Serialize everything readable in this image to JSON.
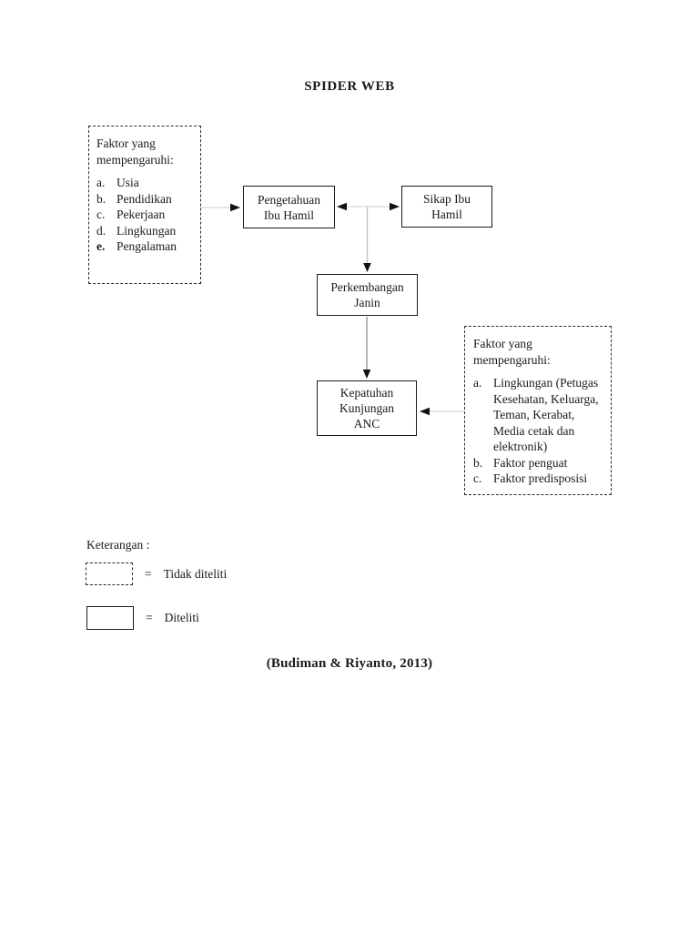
{
  "colors": {
    "ink": "#1a1a1a",
    "connector_line_light": "#d6d6d6",
    "connector_line_dark": "#8e8e8e",
    "arrowhead": "#111111",
    "background": "#ffffff"
  },
  "page": {
    "title": "SPIDER WEB",
    "citation": "(Budiman & Riyanto, 2013)"
  },
  "diagram": {
    "left_factor_box": {
      "heading": "Faktor yang mempengaruhi:",
      "items": [
        {
          "marker": "a.",
          "text": "Usia"
        },
        {
          "marker": "b.",
          "text": "Pendidikan"
        },
        {
          "marker": "c.",
          "text": "Pekerjaan"
        },
        {
          "marker": "d.",
          "text": "Lingkungan"
        },
        {
          "marker": "e.",
          "text": "Pengalaman"
        }
      ]
    },
    "right_factor_box": {
      "heading": "Faktor yang mempengaruhi:",
      "items": [
        {
          "marker": "a.",
          "text": "Lingkungan (Petugas Kesehatan, Keluarga, Teman, Kerabat, Media cetak dan elektronik)"
        },
        {
          "marker": "b.",
          "text": "Faktor penguat"
        },
        {
          "marker": "c.",
          "text": "Faktor predisposisi"
        }
      ]
    },
    "nodes": {
      "pengetahuan": "Pengetahuan\nIbu Hamil",
      "sikap": "Sikap Ibu\nHamil",
      "perkembangan": "Perkembangan\nJanin",
      "kepatuhan": "Kepatuhan\nKunjungan\nANC"
    }
  },
  "legend": {
    "label": "Keterangan :",
    "items": [
      {
        "symbol": "dashed-box",
        "equals": "=",
        "label": "Tidak diteliti"
      },
      {
        "symbol": "solid-box",
        "equals": "=",
        "label": "Diteliti"
      }
    ]
  }
}
